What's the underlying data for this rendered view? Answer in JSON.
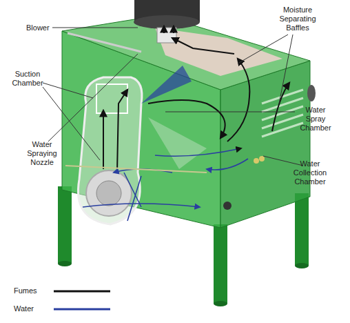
{
  "diagram": {
    "labels": [
      "Blower",
      "Moisture Separating Baffles",
      "Suction Chamber",
      "Water Spray Chamber",
      "Water Spraying Nozzle",
      "Water Collection Chamber"
    ],
    "legend": [
      {
        "text": "Fumes"
      },
      {
        "text": "Water"
      }
    ]
  }
}
